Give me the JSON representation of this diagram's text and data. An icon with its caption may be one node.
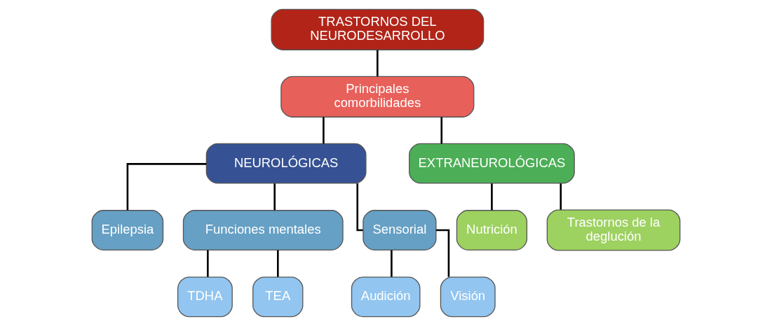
{
  "diagram": {
    "nodes": [
      {
        "text": [
          "TRASTORNOS DEL NEURODESARROLLO"
        ]
      },
      {
        "text": [
          "Principales comorbilidades"
        ]
      },
      {
        "text": [
          "NEUROLÓGICAS"
        ]
      },
      {
        "text": [
          "EXTRANEUROLÓGICAS"
        ]
      },
      {
        "text": [
          "Epilepsia"
        ]
      },
      {
        "text": [
          "Funciones mentales"
        ]
      },
      {
        "text": [
          "Sensorial"
        ]
      },
      {
        "text": [
          "TDHA"
        ]
      },
      {
        "text": [
          "TEA"
        ]
      },
      {
        "text": [
          "Audición"
        ]
      },
      {
        "text": [
          "Visión"
        ]
      },
      {
        "text": [
          "Nutrición"
        ]
      },
      {
        "text": [
          "Trastornos de la deglución"
        ]
      }
    ],
    "edges": [
      {
        "from": 0,
        "to": 1,
        "arrow": "none"
      },
      {
        "from": 1,
        "to": 2,
        "arrow": "none"
      },
      {
        "from": 1,
        "to": 3,
        "arrow": "none"
      },
      {
        "from": 2,
        "to": 4,
        "arrow": "none"
      },
      {
        "from": 2,
        "to": 5,
        "arrow": "none"
      },
      {
        "from": 2,
        "to": 6,
        "arrow": "none"
      },
      {
        "from": 5,
        "to": 7,
        "arrow": "none"
      },
      {
        "from": 5,
        "to": 8,
        "arrow": "none"
      },
      {
        "from": 6,
        "to": 9,
        "arrow": "none"
      },
      {
        "from": 6,
        "to": 10,
        "arrow": "none"
      },
      {
        "from": 3,
        "to": 11,
        "arrow": "none"
      },
      {
        "from": 3,
        "to": 12,
        "arrow": "none"
      }
    ]
  }
}
